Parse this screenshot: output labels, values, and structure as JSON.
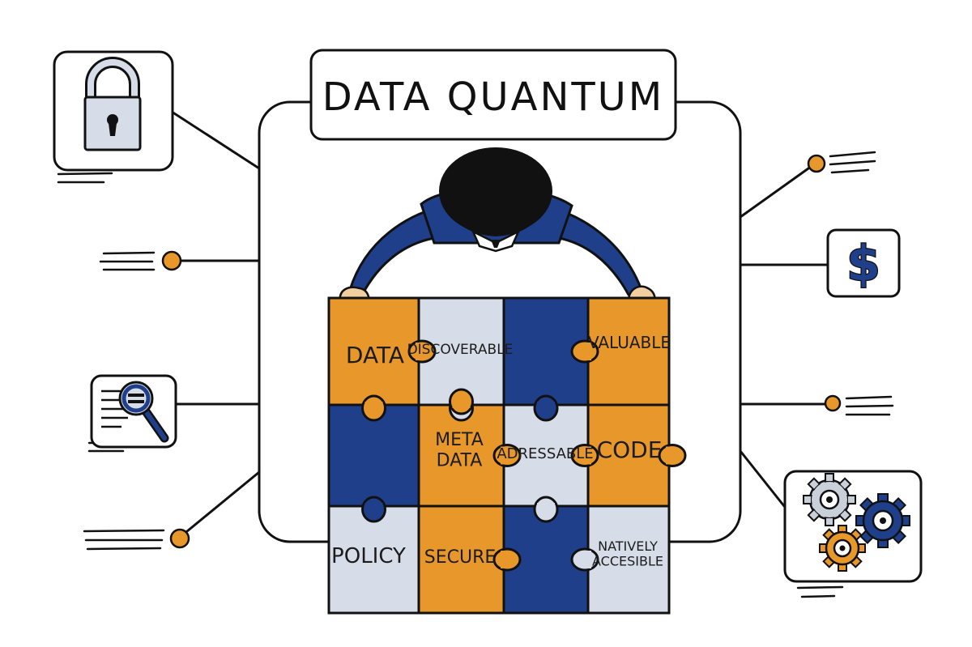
{
  "title": "DATA QUANTUM",
  "colors": {
    "orange": "#E8982B",
    "navy": "#1F3F8A",
    "light": "#D6DDE8",
    "outline": "#111111",
    "skin": "#F1CFA0"
  },
  "puzzle": {
    "rows": [
      [
        {
          "fill": "orange",
          "label": "DATA"
        },
        {
          "fill": "light",
          "label": "DISCOVERABLE"
        },
        {
          "fill": "navy",
          "label": ""
        },
        {
          "fill": "orange",
          "label": "VALUABLE"
        }
      ],
      [
        {
          "fill": "navy",
          "label": ""
        },
        {
          "fill": "orange",
          "label": "META DATA"
        },
        {
          "fill": "light",
          "label": "ADRESSABLE"
        },
        {
          "fill": "orange",
          "label": "CODE"
        }
      ],
      [
        {
          "fill": "light",
          "label": "POLICY"
        },
        {
          "fill": "orange",
          "label": "SECURE"
        },
        {
          "fill": "navy",
          "label": ""
        },
        {
          "fill": "light",
          "label": "NATIVELY ACCESIBLE"
        }
      ]
    ]
  },
  "side_icons": {
    "left_top": "padlock-icon",
    "left_middle": "search-document-icon",
    "right_top": "dollar-icon",
    "right_bottom": "gears-icon"
  },
  "dollar_symbol": "$"
}
